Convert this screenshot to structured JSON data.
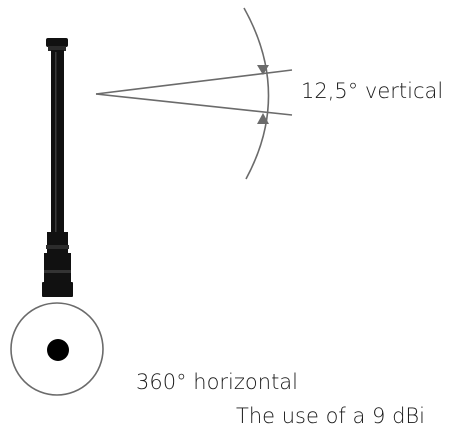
{
  "labels": {
    "vertical_beam": "12,5° vertical",
    "horizontal_beam": "360° horizontal",
    "footer_text": "The use of a 9 dBi"
  },
  "colors": {
    "antenna": "#111111",
    "lines": "#6b6b6b",
    "text": "#1a1a1a"
  }
}
